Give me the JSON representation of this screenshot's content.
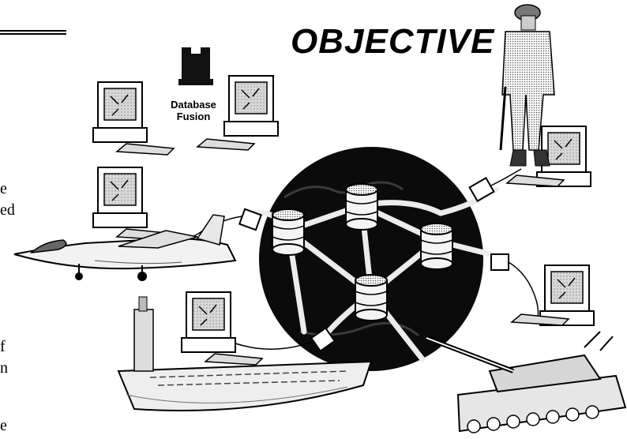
{
  "title": "OBJECTIVE",
  "database_label_line1": "Database",
  "database_label_line2": "Fusion",
  "left_text_fragments": [
    "e",
    "ed",
    "f",
    "n",
    "e"
  ]
}
